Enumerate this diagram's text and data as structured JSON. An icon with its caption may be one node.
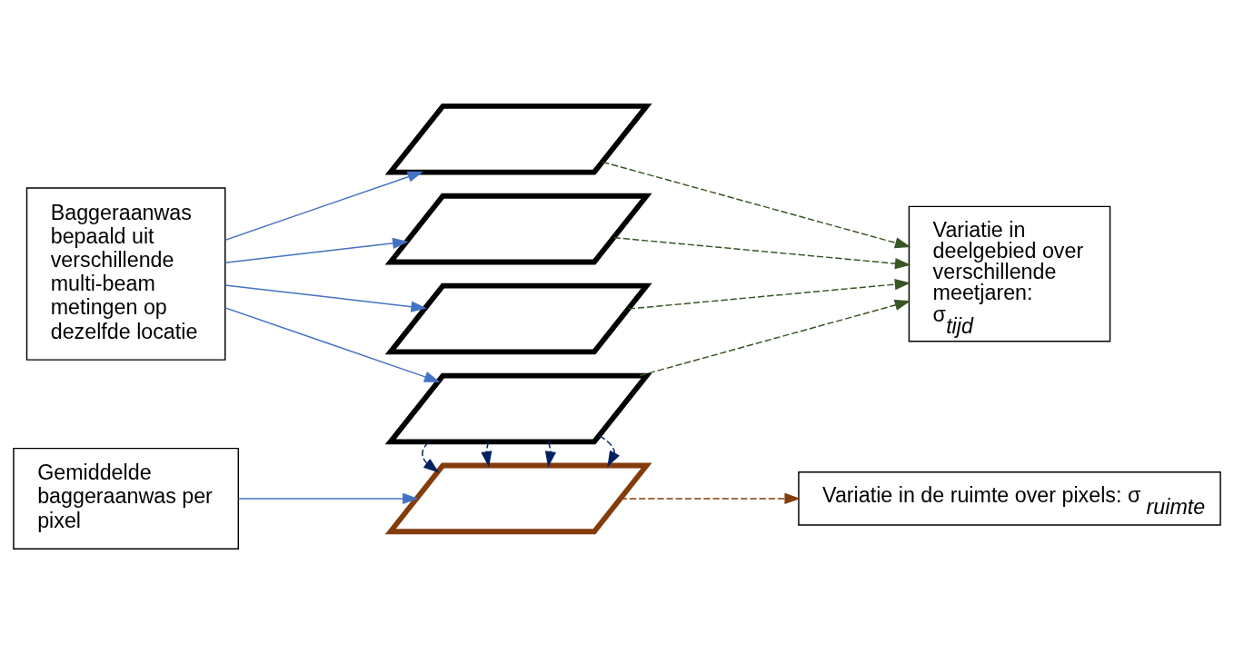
{
  "diagram": {
    "nodes": [
      {
        "text": [
          "Baggeraanwas bepaald uit verschillende multi-beam metingen op dezelfde locatie"
        ]
      },
      {
        "text": [],
        "shape": "grid"
      },
      {
        "text": [],
        "shape": "grid"
      },
      {
        "text": [],
        "shape": "grid"
      },
      {
        "text": [],
        "shape": "grid"
      },
      {
        "text": [
          "Gemiddelde baggeraanwas per pixel"
        ]
      },
      {
        "text": [],
        "shape": "grid"
      },
      {
        "text": [
          "Variatie in deelgebied over verschillende meetjaren: σ$_{tijd}$"
        ]
      },
      {
        "text": [
          "Variatie in de ruimte over pixels: σ$_{ruimte}$"
        ]
      }
    ],
    "edges": [
      {
        "from": 0,
        "to": 1,
        "arrow": "to",
        "color": "#4472c4"
      },
      {
        "from": 0,
        "to": 2,
        "arrow": "to",
        "color": "#4472c4"
      },
      {
        "from": 0,
        "to": 3,
        "arrow": "to",
        "color": "#4472c4"
      },
      {
        "from": 0,
        "to": 4,
        "arrow": "to",
        "color": "#4472c4"
      },
      {
        "from": 5,
        "to": 6,
        "arrow": "to",
        "color": "#4472c4"
      },
      {
        "from": 1,
        "to": 7,
        "arrow": "to",
        "style": "dashed",
        "color": "#375623"
      },
      {
        "from": 2,
        "to": 7,
        "arrow": "to",
        "style": "dashed",
        "color": "#375623"
      },
      {
        "from": 3,
        "to": 7,
        "arrow": "to",
        "style": "dashed",
        "color": "#375623"
      },
      {
        "from": 4,
        "to": 7,
        "arrow": "to",
        "style": "dashed",
        "color": "#375623"
      },
      {
        "from": 4,
        "to": 6,
        "arrow": "to",
        "style": "dashed",
        "color": "#002060"
      },
      {
        "from": 4,
        "to": 6,
        "arrow": "to",
        "style": "dashed",
        "color": "#002060"
      },
      {
        "from": 4,
        "to": 6,
        "arrow": "to",
        "style": "dashed",
        "color": "#002060"
      },
      {
        "from": 4,
        "to": 6,
        "arrow": "to",
        "style": "dashed",
        "color": "#002060"
      },
      {
        "from": 6,
        "to": 8,
        "arrow": "to",
        "style": "dashed",
        "color": "#843c0c"
      }
    ]
  }
}
